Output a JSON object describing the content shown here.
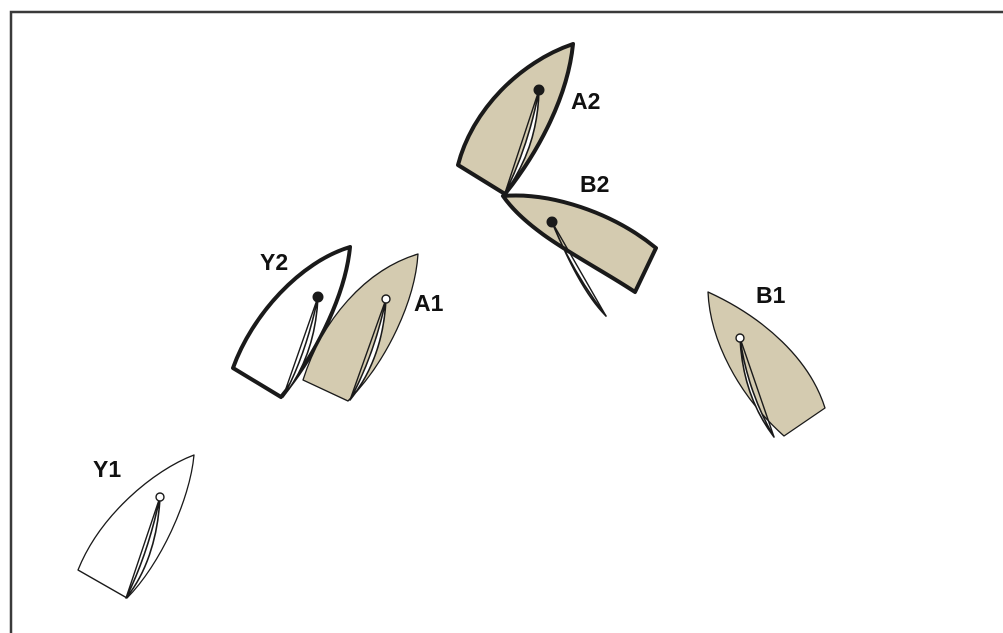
{
  "colors": {
    "tan": "#d4cbb0",
    "white": "#ffffff",
    "outline": "#1a1a1a"
  },
  "boats": [
    {
      "id": "Y1",
      "label": "Y1",
      "fill": "white",
      "thick": false,
      "mast": "hollow"
    },
    {
      "id": "Y2",
      "label": "Y2",
      "fill": "white",
      "thick": true,
      "mast": "solid"
    },
    {
      "id": "A1",
      "label": "A1",
      "fill": "tan",
      "thick": false,
      "mast": "hollow"
    },
    {
      "id": "A2",
      "label": "A2",
      "fill": "tan",
      "thick": true,
      "mast": "solid"
    },
    {
      "id": "B1",
      "label": "B1",
      "fill": "tan",
      "thick": false,
      "mast": "hollow"
    },
    {
      "id": "B2",
      "label": "B2",
      "fill": "tan",
      "thick": true,
      "mast": "solid"
    }
  ]
}
